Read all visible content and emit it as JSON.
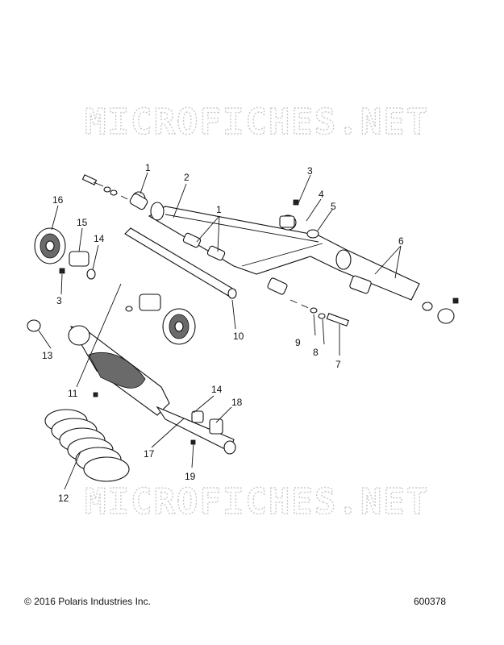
{
  "watermark": "MICROFICHES.NET",
  "callouts": [
    {
      "id": "c1a",
      "text": "1"
    },
    {
      "id": "c2",
      "text": "2"
    },
    {
      "id": "c1b",
      "text": "1"
    },
    {
      "id": "c3a",
      "text": "3"
    },
    {
      "id": "c4",
      "text": "4"
    },
    {
      "id": "c5",
      "text": "5"
    },
    {
      "id": "c6",
      "text": "6"
    },
    {
      "id": "c16",
      "text": "16"
    },
    {
      "id": "c15",
      "text": "15"
    },
    {
      "id": "c14a",
      "text": "14"
    },
    {
      "id": "c3b",
      "text": "3"
    },
    {
      "id": "c10",
      "text": "10"
    },
    {
      "id": "c9",
      "text": "9"
    },
    {
      "id": "c8",
      "text": "8"
    },
    {
      "id": "c7",
      "text": "7"
    },
    {
      "id": "c13",
      "text": "13"
    },
    {
      "id": "c11",
      "text": "11"
    },
    {
      "id": "c14b",
      "text": "14"
    },
    {
      "id": "c18",
      "text": "18"
    },
    {
      "id": "c17",
      "text": "17"
    },
    {
      "id": "c19",
      "text": "19"
    },
    {
      "id": "c12",
      "text": "12"
    }
  ],
  "footer": {
    "copyright": "© 2016 Polaris Industries Inc.",
    "diagram_number": "600378"
  }
}
